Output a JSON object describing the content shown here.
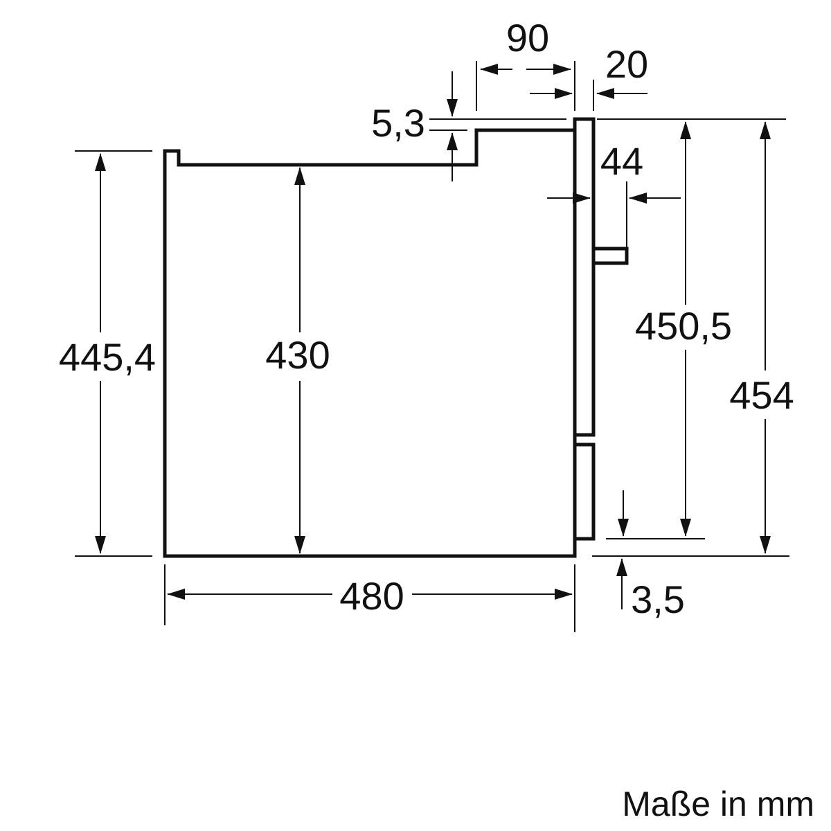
{
  "diagram": {
    "dimensions": {
      "depth_top": "90",
      "front_panel": "20",
      "step": "5,3",
      "handle": "44",
      "left_height": "445,4",
      "inner_height": "430",
      "front_height": "450,5",
      "total_height": "454",
      "width": "480",
      "bottom_offset": "3,5"
    },
    "units_note": "Maße in mm"
  }
}
